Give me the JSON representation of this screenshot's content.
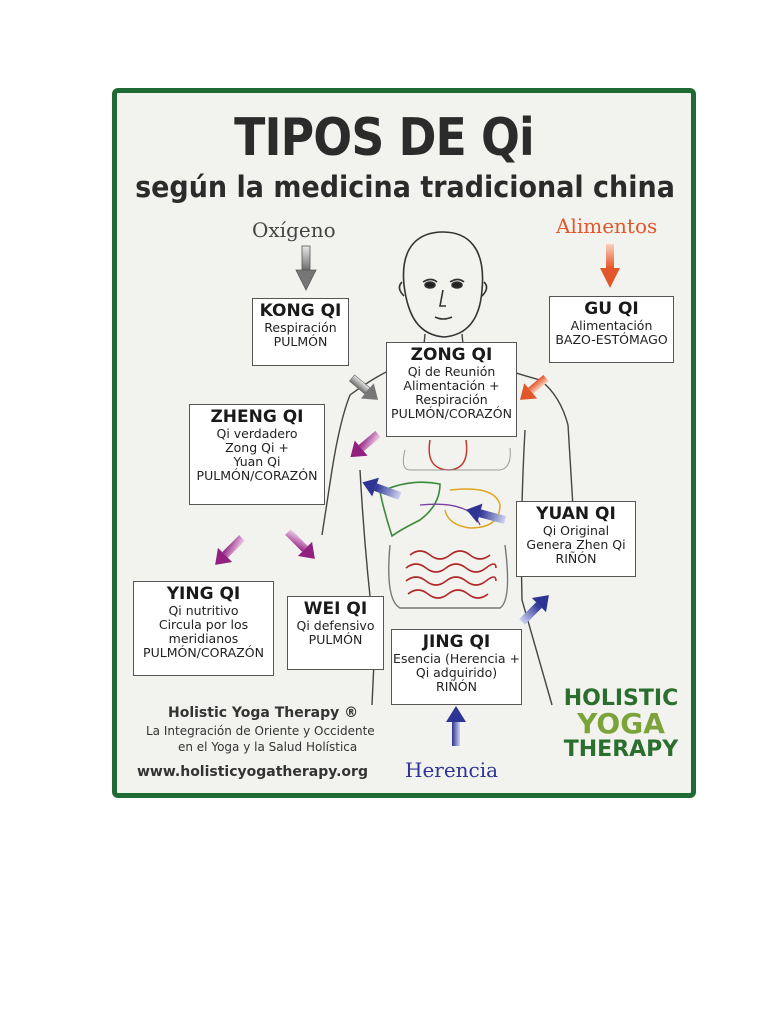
{
  "title": "TIPOS DE Qi",
  "subtitle": "según la medicina tradicional china",
  "sources": {
    "oxygen": "Oxígeno",
    "food": "Alimentos",
    "heritage": "Herencia"
  },
  "boxes": {
    "kong": {
      "title": "KONG QI",
      "lines": [
        "Respiración",
        "PULMÓN"
      ]
    },
    "gu": {
      "title": "GU QI",
      "lines": [
        "Alimentación",
        "BAZO-ESTÓMAGO"
      ]
    },
    "zong": {
      "title": "ZONG QI",
      "lines": [
        "Qi de Reunión",
        "Alimentación +",
        "Respiración",
        "PULMÓN/CORAZÓN"
      ]
    },
    "zheng": {
      "title": "ZHENG QI",
      "lines": [
        "Qi verdadero",
        "Zong Qi +",
        "Yuan Qi",
        "PULMÓN/CORAZÓN"
      ]
    },
    "yuan": {
      "title": "YUAN QI",
      "lines": [
        "Qi Original",
        "Genera Zhen Qi",
        "RIÑÓN"
      ]
    },
    "ying": {
      "title": "YING QI",
      "lines": [
        "Qi nutritivo",
        "Circula por los",
        "meridianos",
        "PULMÓN/CORAZÓN"
      ]
    },
    "wei": {
      "title": "WEI QI",
      "lines": [
        "Qi defensivo",
        "PULMÓN"
      ]
    },
    "jing": {
      "title": "JING QI",
      "lines": [
        "Esencia (Herencia +",
        "Qi adquirido)",
        "RIÑÓN"
      ]
    }
  },
  "footer": {
    "brand": "Holistic Yoga Therapy ®",
    "tagline_1": "La Integración de Oriente y  Occidente",
    "tagline_2": "en el Yoga y la Salud Holística",
    "url": "www.holisticyogatherapy.org"
  },
  "logo": {
    "line1": "HOLISTIC",
    "line2": "YOGA",
    "line3": "THERAPY"
  },
  "colors": {
    "frame": "#1f6b33",
    "arrow_gray": "#8a8a8a",
    "arrow_orange": "#e2572a",
    "arrow_purple": "#9b2c8f",
    "arrow_blue": "#2d3494",
    "logo_green": "#2a6f2e"
  }
}
